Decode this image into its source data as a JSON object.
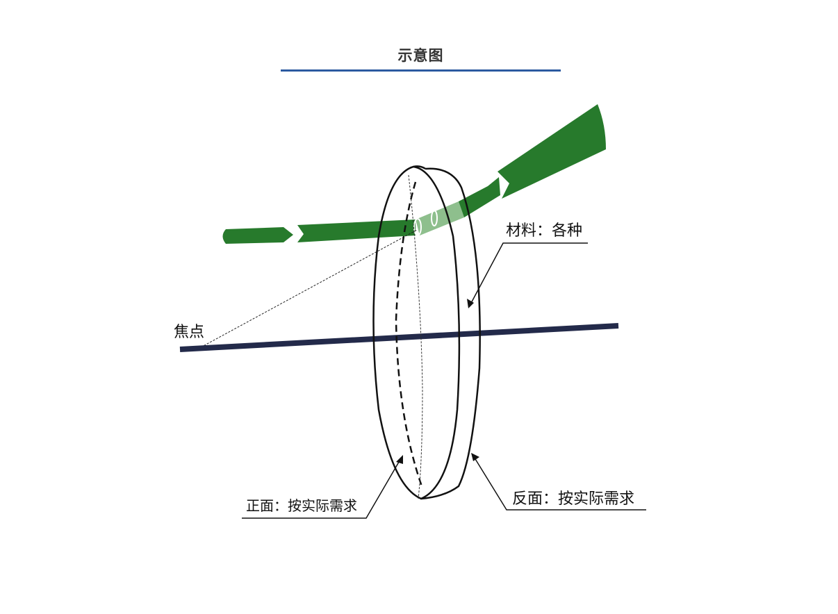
{
  "header": {
    "title": "示意图",
    "rule_color": "#2b5aa0"
  },
  "diagram": {
    "beam_color": "#277a2c",
    "beam_light_color": "#8ebf8d",
    "axis_color": "#232a4a",
    "labels": {
      "focus": "焦点",
      "material": "材料：各种",
      "front": "正面：按实际需求",
      "back": "反面：按实际需求"
    }
  }
}
